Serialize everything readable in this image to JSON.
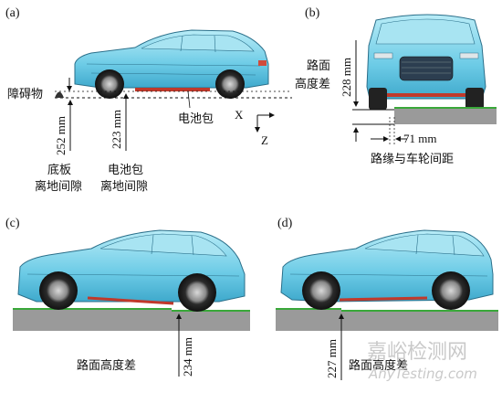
{
  "panels": {
    "a": {
      "label": "(a)",
      "obstacle": "障碍物",
      "floor_dim": "252 mm",
      "battery_dim": "223 mm",
      "battery_pack": "电池包",
      "floor_caption_1": "底板",
      "floor_caption_2": "离地间隙",
      "battery_caption_1": "电池包",
      "battery_caption_2": "离地间隙",
      "axis_x": "X",
      "axis_z": "Z"
    },
    "b": {
      "label": "(b)",
      "height_label_1": "路面",
      "height_label_2": "高度差",
      "height_dim": "228 mm",
      "curb_dim": "71 mm",
      "curb_caption": "路缘与车轮间距"
    },
    "c": {
      "label": "(c)",
      "caption": "路面高度差",
      "height_dim": "234 mm"
    },
    "d": {
      "label": "(d)",
      "caption": "路面高度差",
      "height_dim": "227 mm"
    }
  },
  "watermark": {
    "line1": "嘉峪检测网",
    "line2": "AnyTesting.com"
  },
  "colors": {
    "car_body": "#7fd3ea",
    "car_outline": "#2a6f8a",
    "battery": "#c0392b",
    "ground_top": "#3aa83a",
    "ground_fill": "#9a9a9a",
    "wheel": "#3a3a3a"
  }
}
